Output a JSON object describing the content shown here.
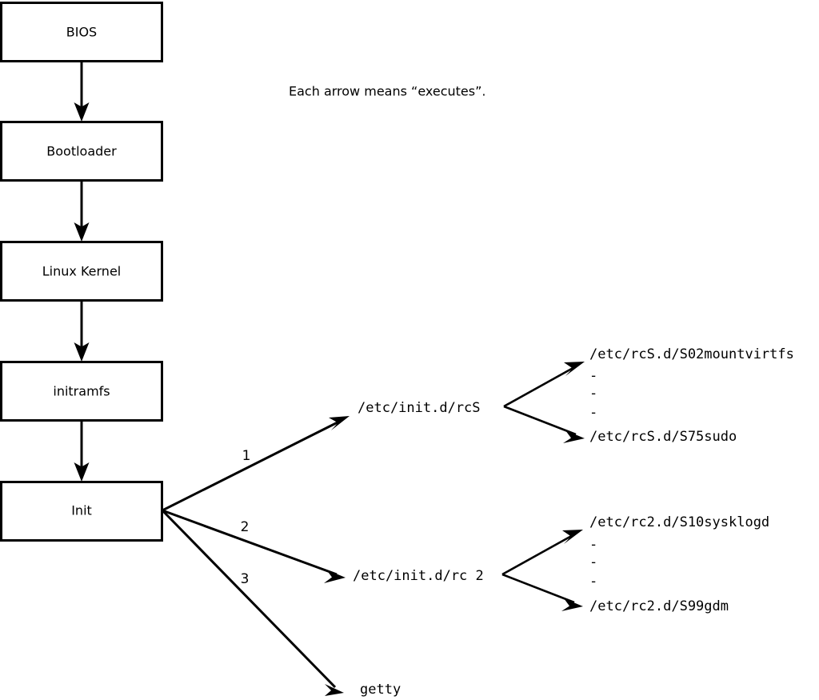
{
  "caption": {
    "text": "Each arrow means “executes”."
  },
  "colors": {
    "stroke": "#000000",
    "fill": "#ffffff",
    "background": "#ffffff"
  },
  "boot_chain": {
    "nodes": [
      {
        "label": "BIOS"
      },
      {
        "label": "Bootloader"
      },
      {
        "label": "Linux Kernel"
      },
      {
        "label": "initramfs"
      },
      {
        "label": "Init"
      }
    ]
  },
  "init_branches": [
    {
      "number": "1",
      "target": "/etc/init.d/rcS"
    },
    {
      "number": "2",
      "target": "/etc/init.d/rc 2"
    },
    {
      "number": "3",
      "target": "getty"
    }
  ],
  "rcs_scripts": {
    "source": "/etc/init.d/rcS",
    "first": "/etc/rcS.d/S02mountvirtfs",
    "last": "/etc/rcS.d/S75sudo",
    "ellipsis": [
      "-",
      "-",
      "-"
    ]
  },
  "rc2_scripts": {
    "source": "/etc/init.d/rc 2",
    "first": "/etc/rc2.d/S10sysklogd",
    "last": "/etc/rc2.d/S99gdm",
    "ellipsis": [
      "-",
      "-",
      "-"
    ]
  },
  "getty": {
    "label": "getty"
  }
}
